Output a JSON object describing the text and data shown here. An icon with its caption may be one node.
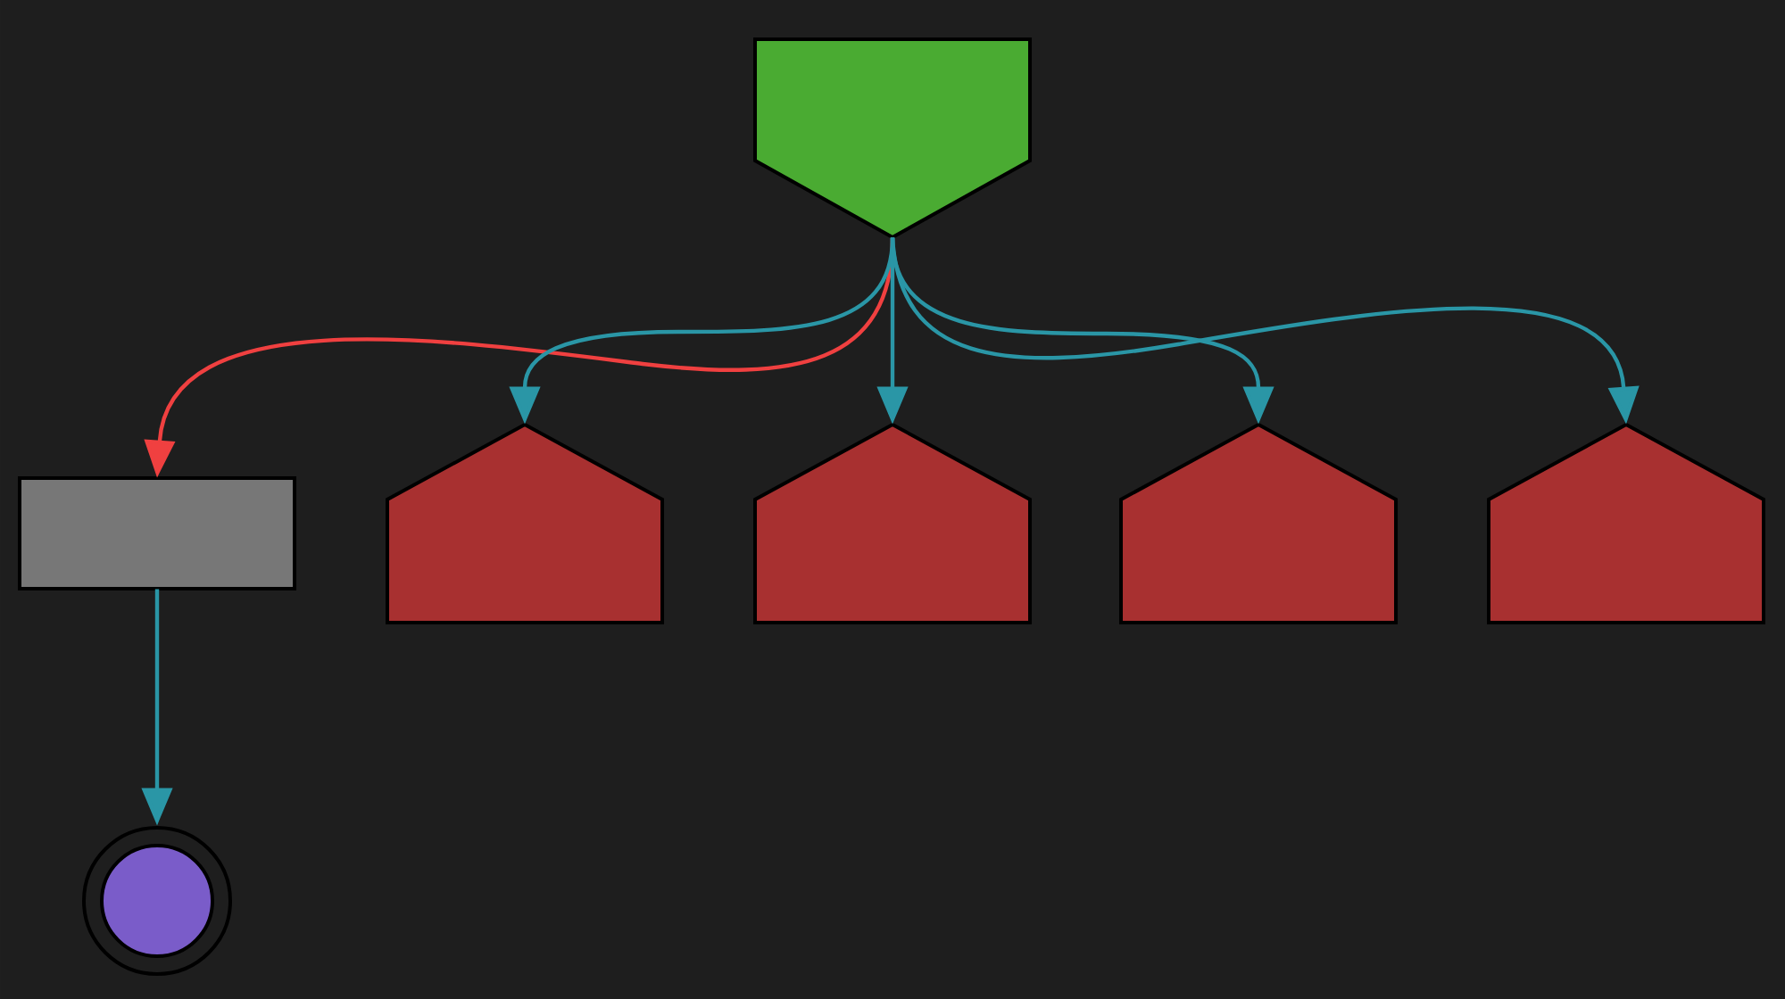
{
  "diagram": {
    "nodes": [
      {
        "text": [],
        "shape": "pentagon"
      },
      {
        "text": [],
        "shape": "box"
      },
      {
        "text": [],
        "shape": "house"
      },
      {
        "text": [],
        "shape": "house"
      },
      {
        "text": [],
        "shape": "house"
      },
      {
        "text": [],
        "shape": "house"
      },
      {
        "text": [],
        "shape": "circle"
      }
    ],
    "edges": [
      {
        "from": 0,
        "to": 1,
        "arrow": "to",
        "color": "#f04040"
      },
      {
        "from": 0,
        "to": 2,
        "arrow": "to"
      },
      {
        "from": 0,
        "to": 3,
        "arrow": "to"
      },
      {
        "from": 0,
        "to": 4,
        "arrow": "to"
      },
      {
        "from": 0,
        "to": 5,
        "arrow": "to"
      },
      {
        "from": 1,
        "to": 6,
        "arrow": "to"
      }
    ]
  }
}
